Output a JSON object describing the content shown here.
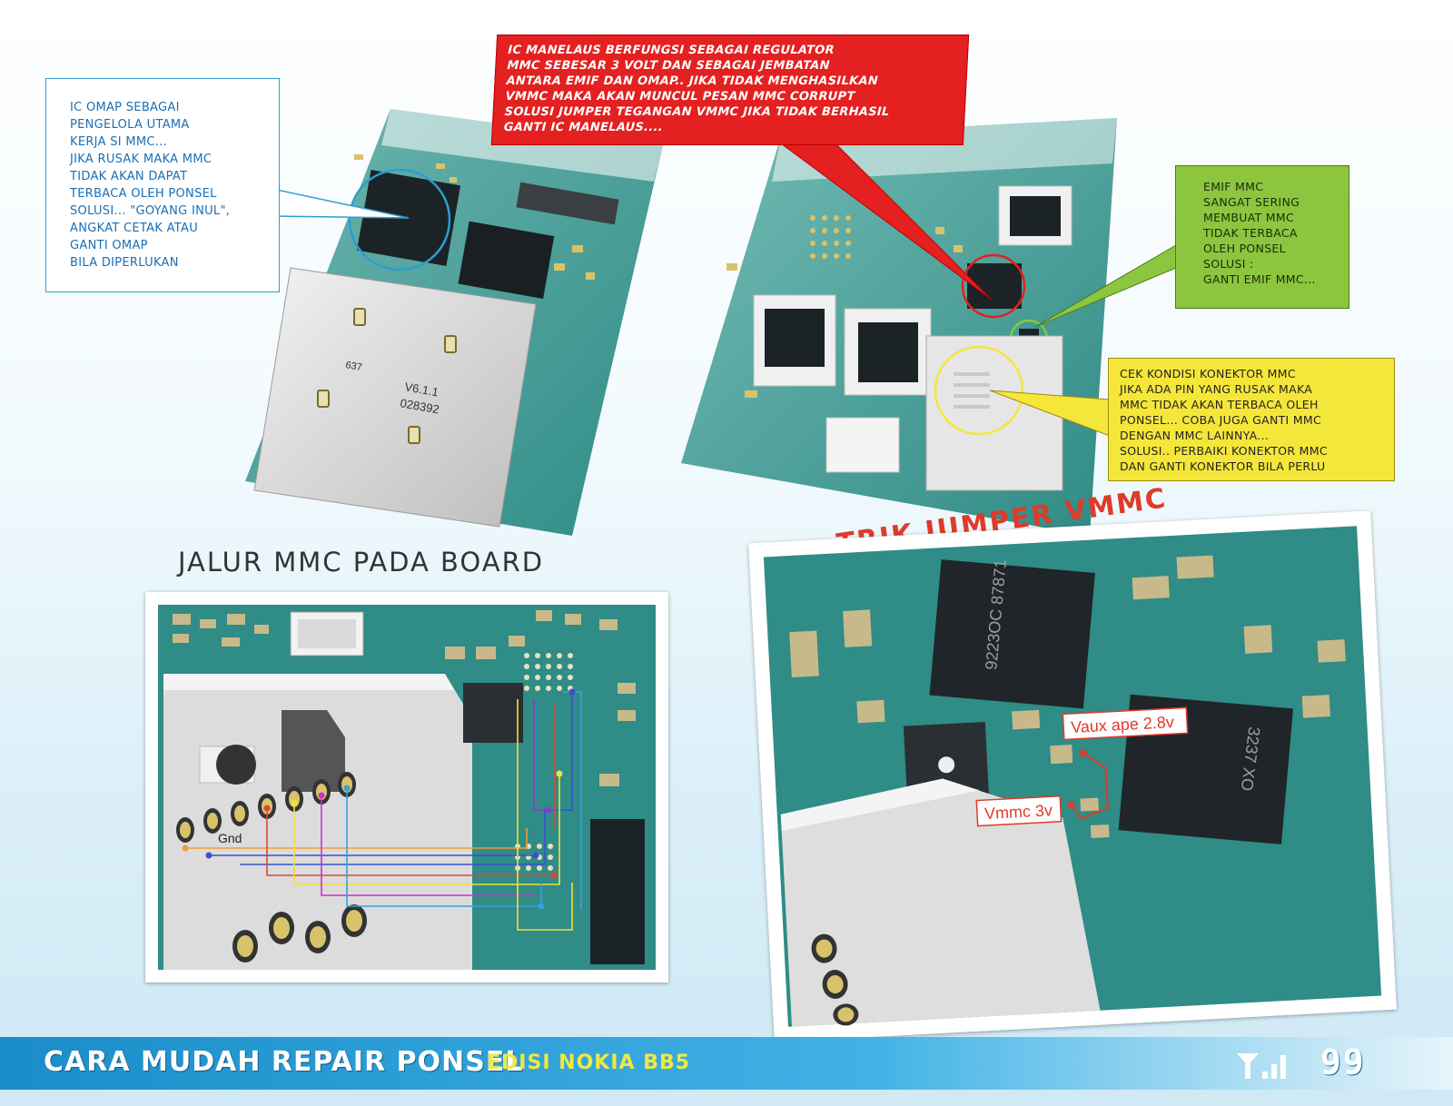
{
  "callouts": {
    "omap": {
      "lines": [
        "IC OMAP SEBAGAI",
        "PENGELOLA UTAMA",
        "KERJA SI MMC...",
        "JIKA RUSAK MAKA MMC",
        "TIDAK AKAN DAPAT",
        "TERBACA OLEH PONSEL",
        "SOLUSI... \"GOYANG INUL\",",
        "ANGKAT CETAK ATAU",
        "GANTI OMAP",
        "BILA DIPERLUKAN"
      ],
      "color": "#2a9fd0"
    },
    "manelaus": {
      "lines": [
        "IC MANELAUS BERFUNGSI SEBAGAI REGULATOR",
        "MMC SEBESAR 3 VOLT DAN SEBAGAI JEMBATAN",
        "ANTARA EMIF DAN OMAP.. JIKA TIDAK MENGHASILKAN",
        "VMMC MAKA AKAN MUNCUL PESAN MMC CORRUPT",
        "SOLUSI JUMPER TEGANGAN VMMC JIKA TIDAK BERHASIL",
        "GANTI IC MANELAUS...."
      ],
      "color": "#e42020"
    },
    "emif": {
      "lines": [
        "EMIF MMC",
        "SANGAT SERING",
        "MEMBUAT MMC",
        "TIDAK TERBACA",
        "OLEH PONSEL",
        "SOLUSI :",
        "GANTI EMIF MMC..."
      ],
      "color": "#8cc63f"
    },
    "konektor": {
      "lines": [
        "CEK KONDISI KONEKTOR MMC",
        "JIKA ADA PIN YANG RUSAK MAKA",
        "MMC TIDAK AKAN TERBACA OLEH",
        "PONSEL... COBA JUGA GANTI MMC",
        "DENGAN MMC LAINNYA...",
        "SOLUSI.. PERBAIKI KONEKTOR MMC",
        "DAN GANTI KONEKTOR BILA PERLU"
      ],
      "color": "#f5e63a"
    }
  },
  "board_markings": {
    "shield_a": "637",
    "shield_b": "V6.1.1",
    "shield_c": "028392"
  },
  "headings": {
    "jalur": "JALUR MMC PADA BOARD",
    "trik": "TRIK JUMPER VMMC"
  },
  "photo_labels": {
    "gnd": "Gnd",
    "vaux": "Vaux ape 2.8v",
    "vmmc": "Vmmc 3v",
    "chip_a": "9223OC 87871",
    "chip_b": "3237 XO"
  },
  "footer": {
    "title": "CARA MUDAH REPAIR PONSEL",
    "subtitle": "EDISI NOKIA BB5",
    "page_number": "99",
    "icon": "signal-bars-icon"
  }
}
